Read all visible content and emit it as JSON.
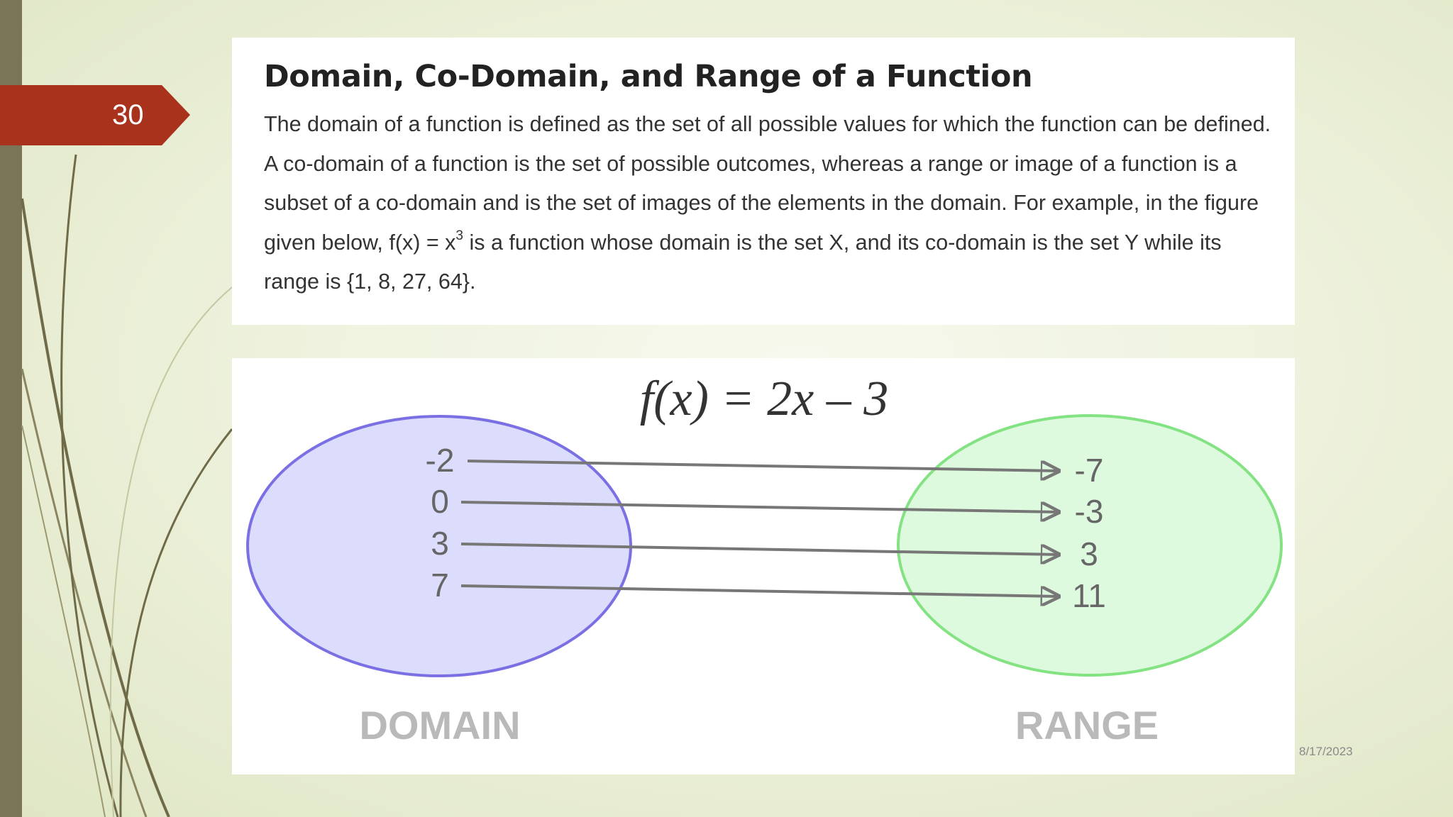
{
  "slide": {
    "number": "30",
    "date": "8/17/2023"
  },
  "colors": {
    "accent": "#a8321b",
    "domain_fill": "#dcdcfd",
    "domain_stroke": "#7b70e3",
    "range_fill": "#defade",
    "range_stroke": "#83e383",
    "arrow": "#777777"
  },
  "text_panel": {
    "heading": "Domain, Co-Domain, and Range of a Function",
    "para_part1": "The domain of a function is defined as the set of all possible values for which the function can be defined. A co-domain of a function is the set of possible outcomes, whereas a range or image of a function is a subset of a co-domain and is the set of images of the elements in the domain. For example, in the figure given below, f(x) = x",
    "para_sup": "3",
    "para_part2": " is a function whose domain is the set X, and its co-domain is the set Y while its range is {1, 8, 27, 64}."
  },
  "diagram": {
    "formula": "f(x) = 2x – 3",
    "domain_label": "DOMAIN",
    "range_label": "RANGE",
    "mappings": [
      {
        "from": "-2",
        "to": "-7"
      },
      {
        "from": "0",
        "to": "-3"
      },
      {
        "from": "3",
        "to": "3"
      },
      {
        "from": "7",
        "to": "11"
      }
    ]
  }
}
